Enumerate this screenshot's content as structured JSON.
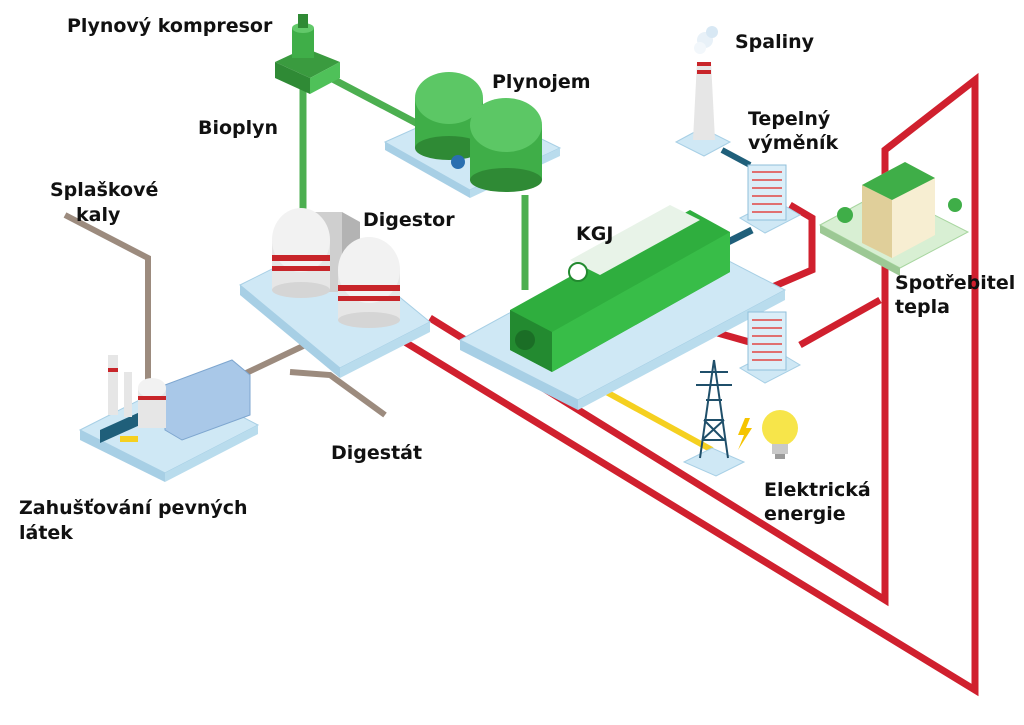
{
  "labels": {
    "compressor": "Plynový kompresor",
    "gasholder": "Plynojem",
    "biogas": "Bioplyn",
    "sludge_line1": "Splaškové",
    "sludge_line2": "kaly",
    "digester": "Digestor",
    "chp": "KGJ",
    "flue_gas": "Spaliny",
    "heat_exchanger_line1": "Tepelný",
    "heat_exchanger_line2": "výměník",
    "heat_consumer_line1": "Spotřebitel",
    "heat_consumer_line2": "tepla",
    "digestate": "Digestát",
    "electric_line1": "Elektrická",
    "electric_line2": "energie",
    "thickening_line1": "Zahušťování pevných",
    "thickening_line2": "látek"
  },
  "colors": {
    "gas_pipe": "#4caf50",
    "heat_pipe": "#d0202e",
    "sludge_pipe": "#9c8b7e",
    "electric_line": "#f5d020",
    "exhaust_pipe": "#1f5f7a",
    "platform": "#cfe8f5",
    "engine_green": "#2fae3e",
    "tank_red_band": "#c8252a"
  }
}
